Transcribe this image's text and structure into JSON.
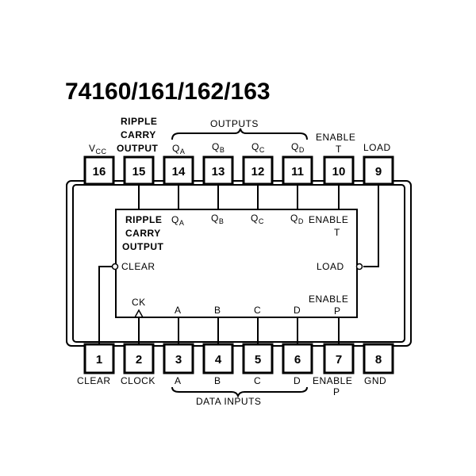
{
  "title": "74160/161/162/163",
  "top_pins": [
    {
      "num": "16"
    },
    {
      "num": "15"
    },
    {
      "num": "14"
    },
    {
      "num": "13"
    },
    {
      "num": "12"
    },
    {
      "num": "11"
    },
    {
      "num": "10"
    },
    {
      "num": "9"
    }
  ],
  "bottom_pins": [
    {
      "num": "1"
    },
    {
      "num": "2"
    },
    {
      "num": "3"
    },
    {
      "num": "4"
    },
    {
      "num": "5"
    },
    {
      "num": "6"
    },
    {
      "num": "7"
    },
    {
      "num": "8"
    }
  ],
  "top_labels": {
    "vcc": "V",
    "vcc_sub": "CC",
    "ripple_1": "RIPPLE",
    "ripple_2": "CARRY",
    "ripple_3": "OUTPUT",
    "q": "Q",
    "qa_sub": "A",
    "qb_sub": "B",
    "qc_sub": "C",
    "qd_sub": "D",
    "enable": "ENABLE",
    "enable_t": "T",
    "load": "LOAD",
    "outputs": "OUTPUTS"
  },
  "bottom_labels": {
    "clear": "CLEAR",
    "clock": "CLOCK",
    "a": "A",
    "b": "B",
    "c": "C",
    "d": "D",
    "enable": "ENABLE",
    "enable_p": "P",
    "gnd": "GND",
    "data_inputs": "DATA INPUTS"
  },
  "internal_labels": {
    "ripple_1": "RIPPLE",
    "ripple_2": "CARRY",
    "ripple_3": "OUTPUT",
    "clear": "CLEAR",
    "ck": "CK",
    "q": "Q",
    "qa_sub": "A",
    "qb_sub": "B",
    "qc_sub": "C",
    "qd_sub": "D",
    "enable_top": "ENABLE",
    "enable_t": "T",
    "load": "LOAD",
    "enable_bottom": "ENABLE",
    "enable_p": "P",
    "a": "A",
    "b": "B",
    "c": "C",
    "d": "D"
  }
}
